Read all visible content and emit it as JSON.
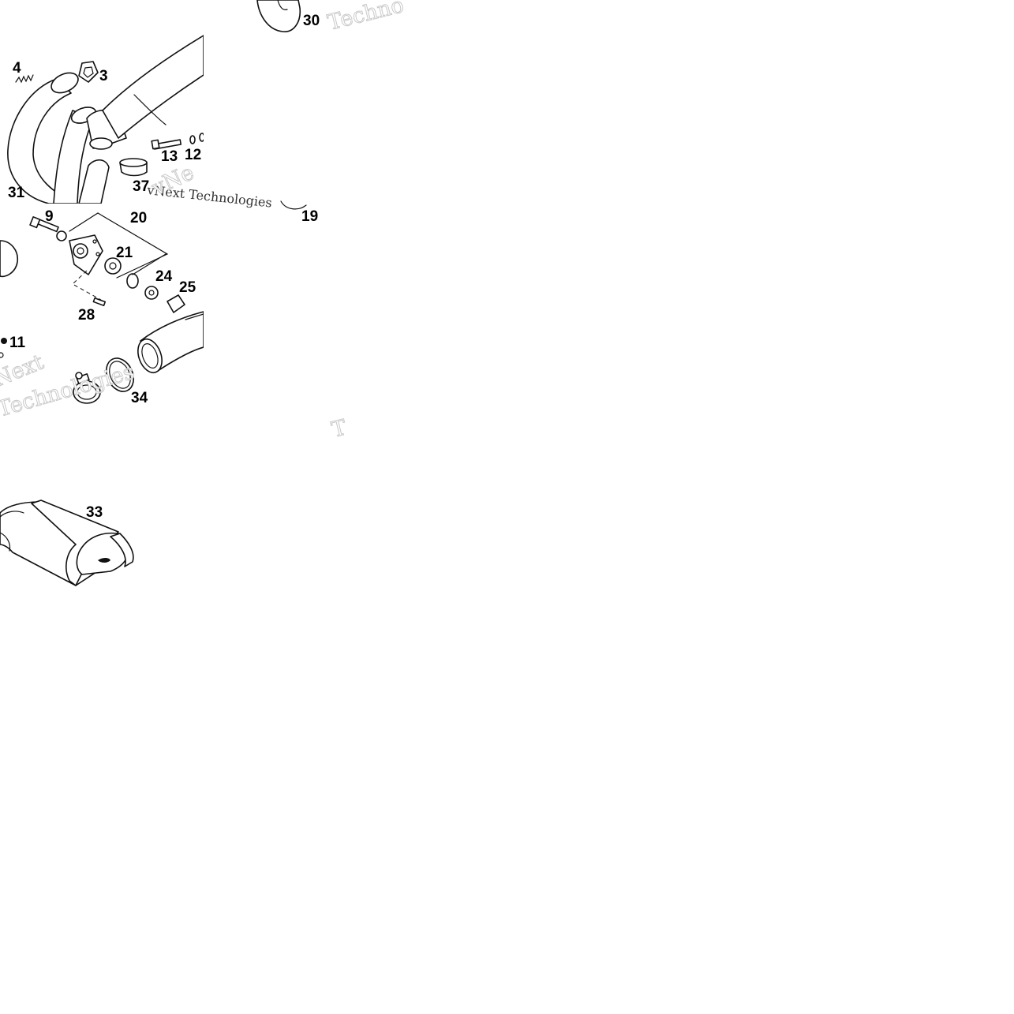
{
  "diagram": {
    "labels": [
      {
        "id": "p3",
        "text": "3"
      },
      {
        "id": "p4",
        "text": "4"
      },
      {
        "id": "p9",
        "text": "9"
      },
      {
        "id": "p11",
        "text": "11"
      },
      {
        "id": "p12",
        "text": "12"
      },
      {
        "id": "p13",
        "text": "13"
      },
      {
        "id": "p19",
        "text": "19"
      },
      {
        "id": "p20",
        "text": "20"
      },
      {
        "id": "p21",
        "text": "21"
      },
      {
        "id": "p24",
        "text": "24"
      },
      {
        "id": "p25",
        "text": "25"
      },
      {
        "id": "p28",
        "text": "28"
      },
      {
        "id": "p30",
        "text": "30"
      },
      {
        "id": "p31",
        "text": "31"
      },
      {
        "id": "p33",
        "text": "33"
      },
      {
        "id": "p34",
        "text": "34"
      },
      {
        "id": "p37",
        "text": "37"
      }
    ],
    "watermarks": [
      "Techno",
      "vNext Technologies",
      "vNe",
      "vNext",
      "Technologies",
      "T"
    ]
  }
}
